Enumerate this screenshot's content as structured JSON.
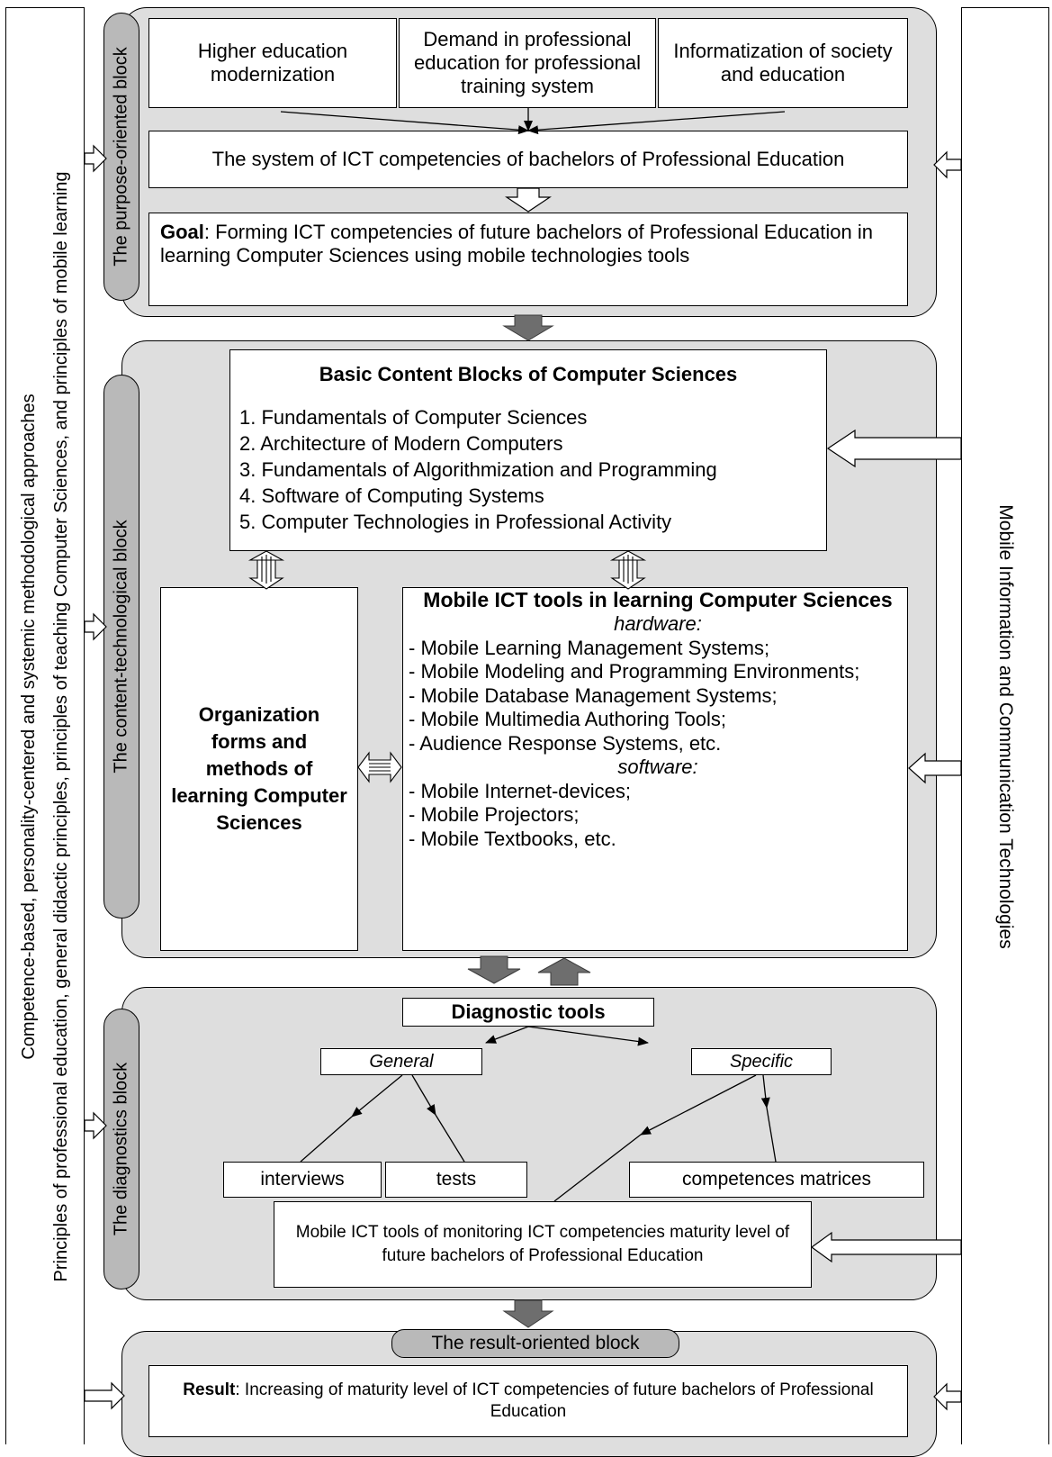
{
  "side": {
    "left_line1": "Competence-based, personality-centered and systemic methodological approaches",
    "left_line2": "Principles of professional education, general didactic principles, principles of teaching Computer Sciences, and principles of mobile learning",
    "right": "Mobile Information and Communication Technologies"
  },
  "purpose": {
    "label": "The purpose-oriented block",
    "box1": "Higher education modernization",
    "box2": "Demand in professional education for professional training system",
    "box3": "Informatization of society and education",
    "system": "The system of ICT competencies of bachelors of Professional Education",
    "goal_label": "Goal",
    "goal_text": ": Forming ICT competencies of future bachelors of Professional Education in learning Computer Sciences using mobile technologies tools"
  },
  "content": {
    "label": "The content-technological block",
    "basic_title": "Basic Content Blocks of Computer Sciences",
    "basic_items": [
      "1. Fundamentals of Computer Sciences",
      "2. Architecture of Modern Computers",
      "3. Fundamentals of Algorithmization and Programming",
      "4. Software of Computing Systems",
      "5. Computer Technologies in Professional Activity"
    ],
    "org": "Organization forms and methods of learning Computer Sciences",
    "mobile_title": "Mobile ICT tools in learning Computer Sciences",
    "hardware_label": "hardware:",
    "hardware_items": [
      "- Mobile Learning Management Systems;",
      "- Mobile Modeling and Programming Environments;",
      "- Mobile Database Management Systems;",
      "- Mobile Multimedia Authoring Tools;",
      "- Audience Response Systems, etc."
    ],
    "software_label": "software:",
    "software_items": [
      "- Mobile Internet-devices;",
      "- Mobile Projectors;",
      "- Mobile Textbooks, etc."
    ]
  },
  "diagnostics": {
    "label": "The diagnostics block",
    "tools": "Diagnostic tools",
    "general": "General",
    "specific": "Specific",
    "interviews": "interviews",
    "tests": "tests",
    "matrices": "competences matrices",
    "monitoring": "Mobile ICT tools of monitoring ICT competencies maturity level of future bachelors of Professional Education"
  },
  "result": {
    "label": "The result-oriented block",
    "result_label": "Result",
    "result_text": ": Increasing of maturity level of ICT competencies of future bachelors of Professional Education"
  },
  "colors": {
    "block_fill": "#dedede",
    "pill_fill": "#b9b9b9",
    "arrow_fill": "#6e6e6e"
  }
}
